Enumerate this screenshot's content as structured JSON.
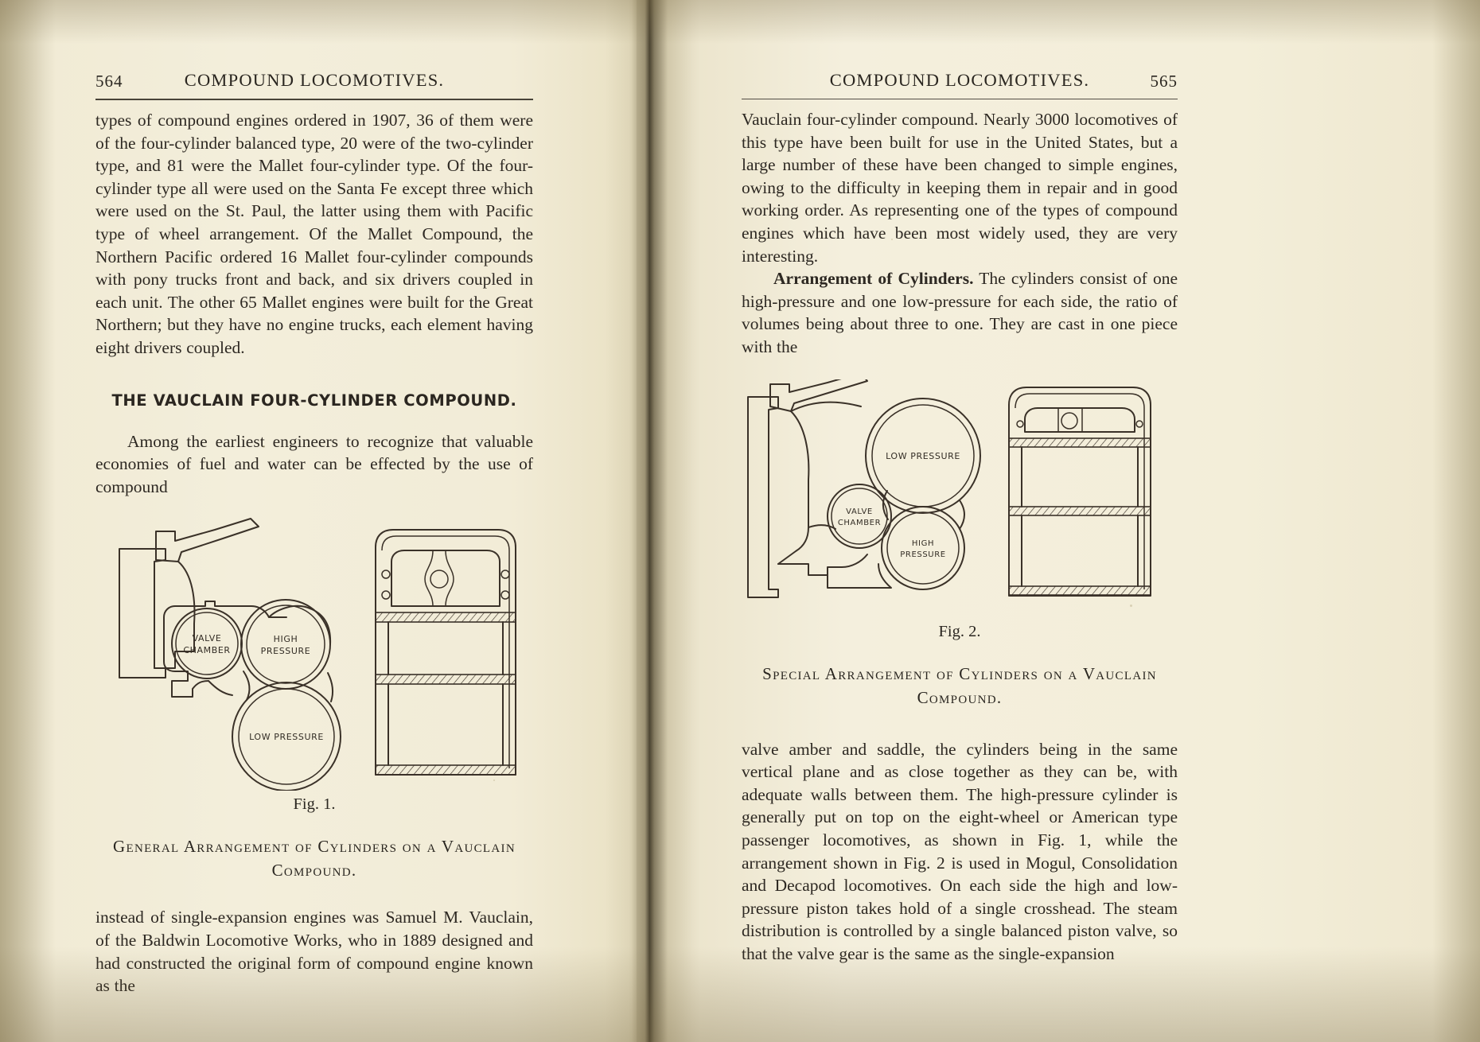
{
  "left_page": {
    "folio": "564",
    "running_head": "COMPOUND LOCOMOTIVES.",
    "paragraph_1": "types of compound engines ordered in 1907, 36 of them were of the four-cylinder balanced type, 20 were of the two-cylinder type, and 81 were the Mallet four-cylinder type.  Of the four-cylinder type all were used on the Santa Fe except three which were used on the St. Paul, the latter using them with Pacific type of wheel arrangement.  Of the Mallet Compound, the Northern Pacific ordered 16 Mallet four-cylinder compounds with pony trucks front and back, and six drivers coupled in each unit.  The other 65 Mallet engines were built for the Great Northern; but they have no engine trucks, each element having eight drivers coupled.",
    "section_heading": "THE VAUCLAIN FOUR-CYLINDER COMPOUND.",
    "paragraph_2": "Among the earliest engineers to recognize that valuable economies of fuel and water can be effected by the use of compound",
    "figure": {
      "number": "Fig. 1.",
      "caption_line_1": "General Arrangement of Cylinders on a Vauclain",
      "caption_line_2": "Compound.",
      "labels": {
        "valve_chamber_line1": "VALVE",
        "valve_chamber_line2": "CHAMBER",
        "high_pressure_line1": "HIGH",
        "high_pressure_line2": "PRESSURE",
        "low_pressure": "LOW PRESSURE"
      }
    },
    "paragraph_3": "instead of single-expansion engines was Samuel M. Vauclain, of the Baldwin Locomotive Works, who in 1889 designed and had constructed the original form of compound engine known as the"
  },
  "right_page": {
    "folio": "565",
    "running_head": "COMPOUND LOCOMOTIVES.",
    "paragraph_1": "Vauclain four-cylinder compound.  Nearly 3000 locomotives of this type have been built for use in the United States, but a large number of these have been changed to simple engines, owing to the difficulty in keeping them in repair and in good working order.  As representing one of the types of compound engines which have been most widely used, they are very interesting.",
    "paragraph_2_runin": "Arrangement of Cylinders.",
    "paragraph_2": "  The cylinders consist of one high-pressure and one low-pressure for each side, the ratio of volumes being about three to one.  They are cast in one piece with the",
    "figure": {
      "number": "Fig. 2.",
      "caption_line_1": "Special Arrangement of Cylinders on a Vauclain",
      "caption_line_2": "Compound.",
      "labels": {
        "low_pressure": "LOW PRESSURE",
        "valve_chamber_line1": "VALVE",
        "valve_chamber_line2": "CHAMBER",
        "high_pressure_line1": "HIGH",
        "high_pressure_line2": "PRESSURE"
      }
    },
    "paragraph_3": "valve     amber and saddle, the cylinders being in the same vertical plane and as close together as they can be, with adequate walls between them.  The high-pressure cylinder is generally put on top on the eight-wheel or American type passenger locomotives, as shown in Fig. 1, while the arrangement shown in Fig. 2 is used in Mogul, Consolidation and Decapod locomotives.  On each side the high and low-pressure piston takes hold of a single crosshead.  The steam distribution is controlled by a single balanced piston valve, so that the valve gear is the same as the single-expansion"
  },
  "colors": {
    "paper": "#f2ecd7",
    "ink": "#2d2822",
    "line": "#3a3128",
    "gutter_shadow": "#2a2312"
  }
}
